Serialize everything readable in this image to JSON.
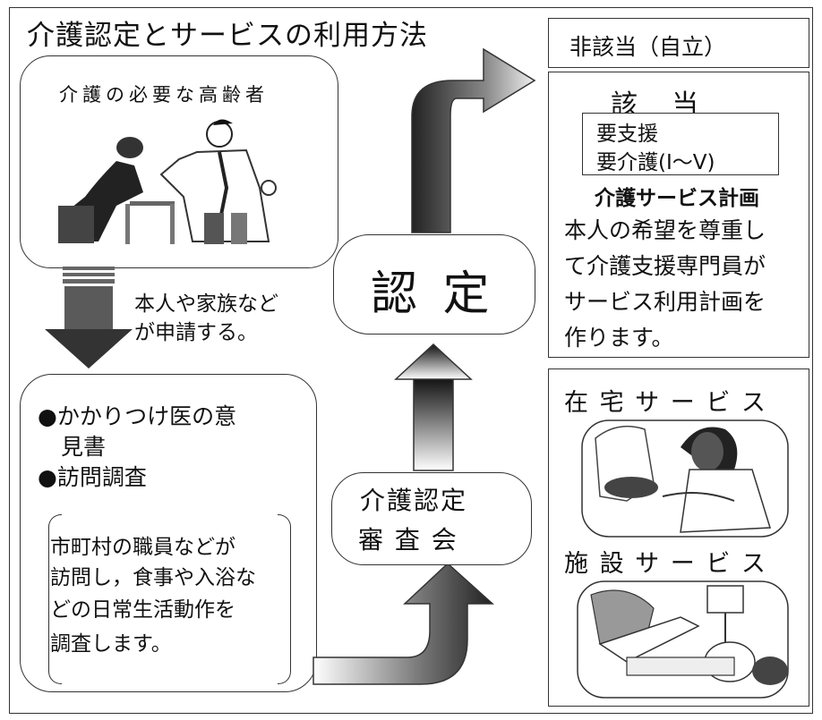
{
  "title": "介護認定とサービスの利用方法",
  "elderly_box": {
    "label": "介護の必要な高齢者"
  },
  "application_note": {
    "line1": "本人や家族など",
    "line2": "が申請する。"
  },
  "assessment_box": {
    "item1_line1": "●かかりつけ医の意",
    "item1_line2": "見書",
    "item2": "●訪問調査",
    "survey_text": [
      "市町村の職員などが",
      "訪問し，食事や入浴な",
      "どの日常生活動作を",
      "調査します。"
    ]
  },
  "committee_box": {
    "line1": "介護認定",
    "line2": "審 査 会"
  },
  "certification_box": {
    "label": "認 定"
  },
  "not_applicable": {
    "label": "非該当（自立）"
  },
  "applicable_box": {
    "heading": "該　当",
    "levels": [
      "要支援",
      "要介護(Ⅰ～Ⅴ)"
    ],
    "plan_heading": "介護サービス計画",
    "plan_text": [
      "本人の希望を尊重し",
      "て介護支援専門員が",
      "サービス利用計画を",
      "作ります。"
    ]
  },
  "services_box": {
    "home_service": "在 宅 サ ー ビ ス",
    "facility_service": "施 設 サ ー ビ ス"
  }
}
